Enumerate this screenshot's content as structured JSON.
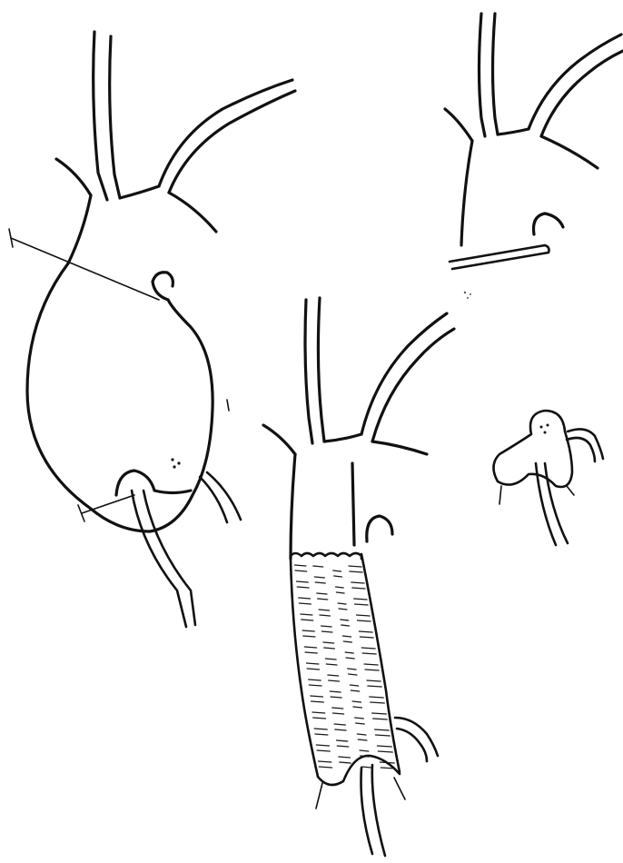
{
  "figure": {
    "panels": [
      {
        "id": "aneurysm-before-repair",
        "depicts": "dilated-aortic-segment-with-resection-lines-icon"
      },
      {
        "id": "aortic-stump-closed",
        "depicts": "transected-aorta-with-clamp-icon"
      },
      {
        "id": "graft-interposed",
        "depicts": "tube-graft-replacing-aorta-icon"
      },
      {
        "id": "excised-sac",
        "depicts": "excised-aneurysm-sac-icon"
      }
    ],
    "colors": {
      "ink": "#111111",
      "paper": "#ffffff"
    }
  }
}
